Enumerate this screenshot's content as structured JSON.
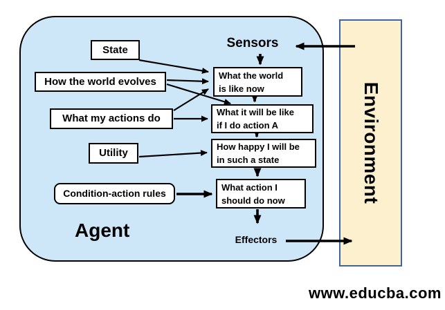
{
  "colors": {
    "agent_fill": "#cde7f8",
    "agent_border": "#000000",
    "env_fill": "#fdf0ce",
    "env_border": "#3f639b",
    "node_fill": "#ffffff",
    "node_border": "#000000",
    "arrow": "#000000",
    "text": "#000000"
  },
  "diagram": {
    "agent_label": "Agent",
    "environment_label": "Environment",
    "sensors_label": "Sensors",
    "effectors_label": "Effectors",
    "watermark": "www.educba.com",
    "input_nodes": {
      "state": "State",
      "world_evolves": "How the world evolves",
      "actions_do": "What my actions do",
      "utility": "Utility",
      "condition_rules": "Condition-action rules"
    },
    "process_nodes": {
      "world_now": {
        "line1": "What the world",
        "line2": "is like now"
      },
      "action_a": {
        "line1": "What it will be like",
        "line2": "if I do action A"
      },
      "happy": {
        "line1": "How happy I will be",
        "line2": "in such a state"
      },
      "action_now": {
        "line1": "What action I",
        "line2": "should do now"
      }
    },
    "connections": [
      "environment -> sensors",
      "sensors -> world_now",
      "state -> world_now",
      "world_evolves -> world_now",
      "world_evolves -> action_a",
      "actions_do -> world_now",
      "actions_do -> action_a",
      "world_now -> action_a",
      "action_a -> happy",
      "utility -> happy",
      "happy -> action_now",
      "condition_rules -> action_now",
      "action_now -> effectors",
      "effectors -> environment"
    ]
  }
}
